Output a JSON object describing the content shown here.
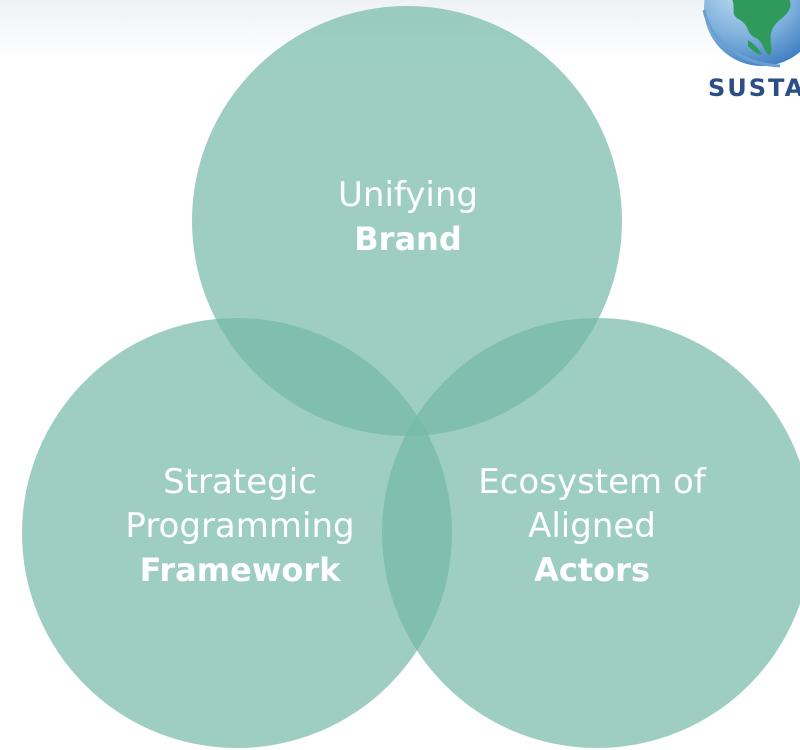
{
  "logo": {
    "icon": "globe-icon",
    "text": "SUSTA",
    "colors": {
      "ocean": "#3f7fc2",
      "land": "#2f9a5c",
      "text": "#2a4f86"
    }
  },
  "venn": {
    "fill_color": "#74b9a6",
    "circles": [
      {
        "name": "brand",
        "line1": "Unifying",
        "line2": "",
        "bold": "Brand"
      },
      {
        "name": "framework",
        "line1": "Strategic",
        "line2": "Programming",
        "bold": "Framework"
      },
      {
        "name": "actors",
        "line1": "Ecosystem of",
        "line2": "Aligned",
        "bold": "Actors"
      }
    ]
  }
}
